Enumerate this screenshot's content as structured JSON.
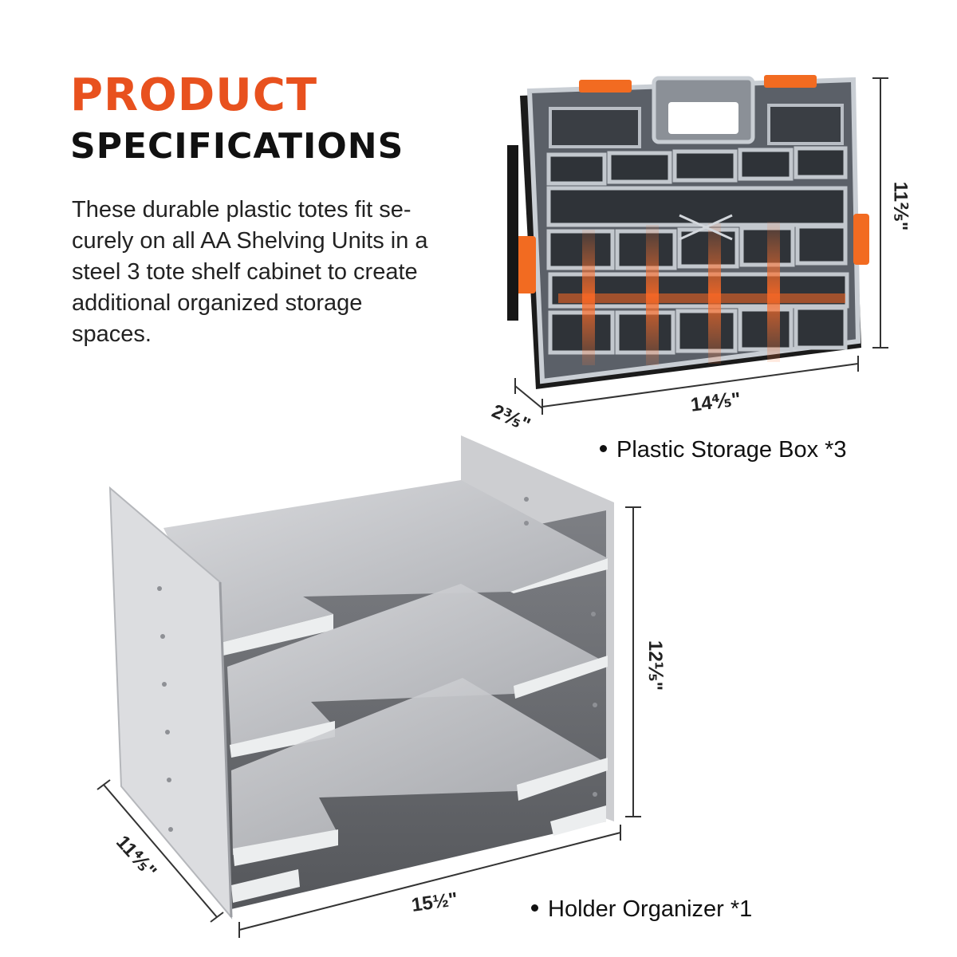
{
  "heading": {
    "line1": "PRODUCT",
    "line2": "SPECIFICATIONS",
    "accent_color": "#e8511e"
  },
  "description": {
    "lines": [
      "These durable plastic totes fit se-",
      "curely on all AA Shelving Units in a",
      "steel 3 tote shelf cabinet to create",
      "additional organized storage",
      "spaces."
    ]
  },
  "box": {
    "caption": "Plastic Storage Box *3",
    "dim_height": "11⅖\"",
    "dim_width": "14⅘\"",
    "dim_depth": "2⅗\"",
    "icon": "plastic-storage-box-image"
  },
  "organizer": {
    "caption": "Holder Organizer *1",
    "dim_height": "12⅕\"",
    "dim_width": "15½\"",
    "dim_depth": "11⅘\"",
    "icon": "holder-organizer-image"
  }
}
